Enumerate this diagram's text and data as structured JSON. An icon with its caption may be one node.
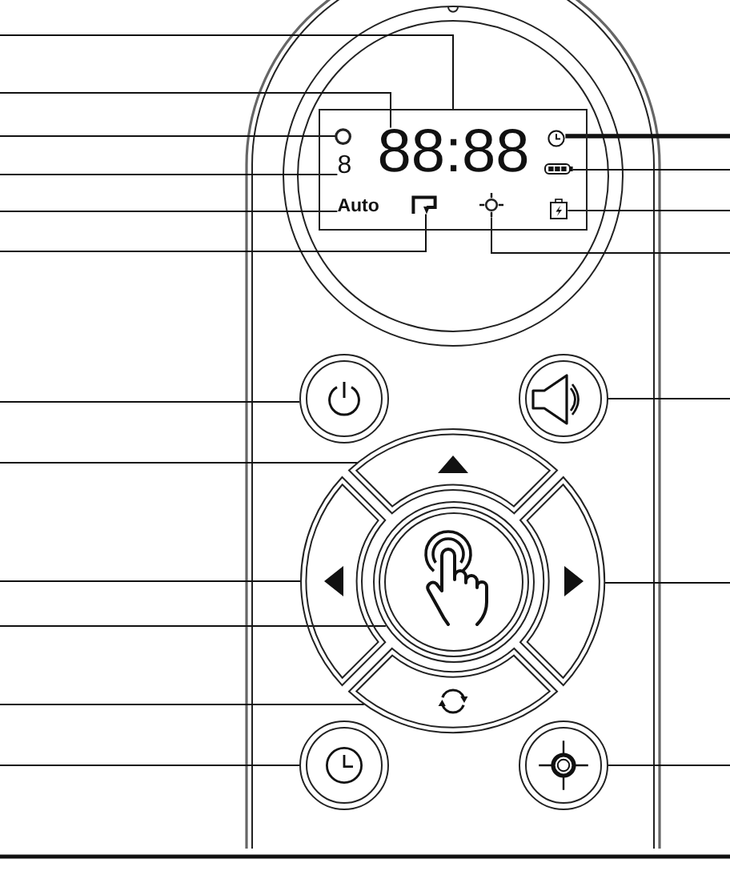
{
  "diagram": {
    "nodes": [
      {
        "text": [],
        "shape": "box"
      },
      {
        "text": [],
        "shape": "circle",
        "in": 0
      },
      {
        "text": [
          "88:88"
        ],
        "in": 0
      },
      {
        "text": [],
        "shape": "picture",
        "in": 0
      },
      {
        "text": [
          "8"
        ],
        "in": 0
      },
      {
        "text": [],
        "shape": "picture",
        "in": 0
      },
      {
        "text": [
          "Auto"
        ],
        "in": 0
      },
      {
        "text": [],
        "shape": "picture",
        "in": 0
      },
      {
        "text": [],
        "shape": "circle",
        "in": 0
      },
      {
        "text": [],
        "shape": "picture",
        "in": 0
      },
      {
        "text": [],
        "shape": "circle"
      },
      {
        "text": [],
        "shape": "circle"
      },
      {
        "text": [],
        "shape": "arc"
      },
      {
        "text": [],
        "shape": "arc"
      },
      {
        "text": [],
        "shape": "circle"
      },
      {
        "text": [],
        "shape": "arc"
      },
      {
        "text": [],
        "shape": "arc"
      },
      {
        "text": [],
        "shape": "circle"
      },
      {
        "text": [],
        "shape": "circle"
      }
    ],
    "edges": [
      {
        "from": null,
        "to": 0,
        "arrow": "none"
      },
      {
        "from": null,
        "to": 2,
        "arrow": "none"
      },
      {
        "from": null,
        "to": 1,
        "arrow": "none"
      },
      {
        "from": null,
        "to": 4,
        "arrow": "none"
      },
      {
        "from": null,
        "to": 6,
        "arrow": "none"
      },
      {
        "from": null,
        "to": 7,
        "arrow": "none"
      },
      {
        "from": null,
        "to": 10,
        "arrow": "none"
      },
      {
        "from": null,
        "to": 12,
        "arrow": "none"
      },
      {
        "from": null,
        "to": 13,
        "arrow": "none"
      },
      {
        "from": null,
        "to": 14,
        "arrow": "none"
      },
      {
        "from": null,
        "to": 16,
        "arrow": "none"
      },
      {
        "from": null,
        "to": 17,
        "arrow": "none"
      },
      {
        "from": null,
        "to": 3,
        "arrow": "none",
        "style": "thick"
      },
      {
        "from": null,
        "to": 5,
        "arrow": "none"
      },
      {
        "from": null,
        "to": 9,
        "arrow": "none"
      },
      {
        "from": null,
        "to": 8,
        "arrow": "none"
      },
      {
        "from": null,
        "to": 11,
        "arrow": "none"
      },
      {
        "from": null,
        "to": 15,
        "arrow": "none"
      },
      {
        "from": null,
        "to": 18,
        "arrow": "none"
      }
    ]
  }
}
